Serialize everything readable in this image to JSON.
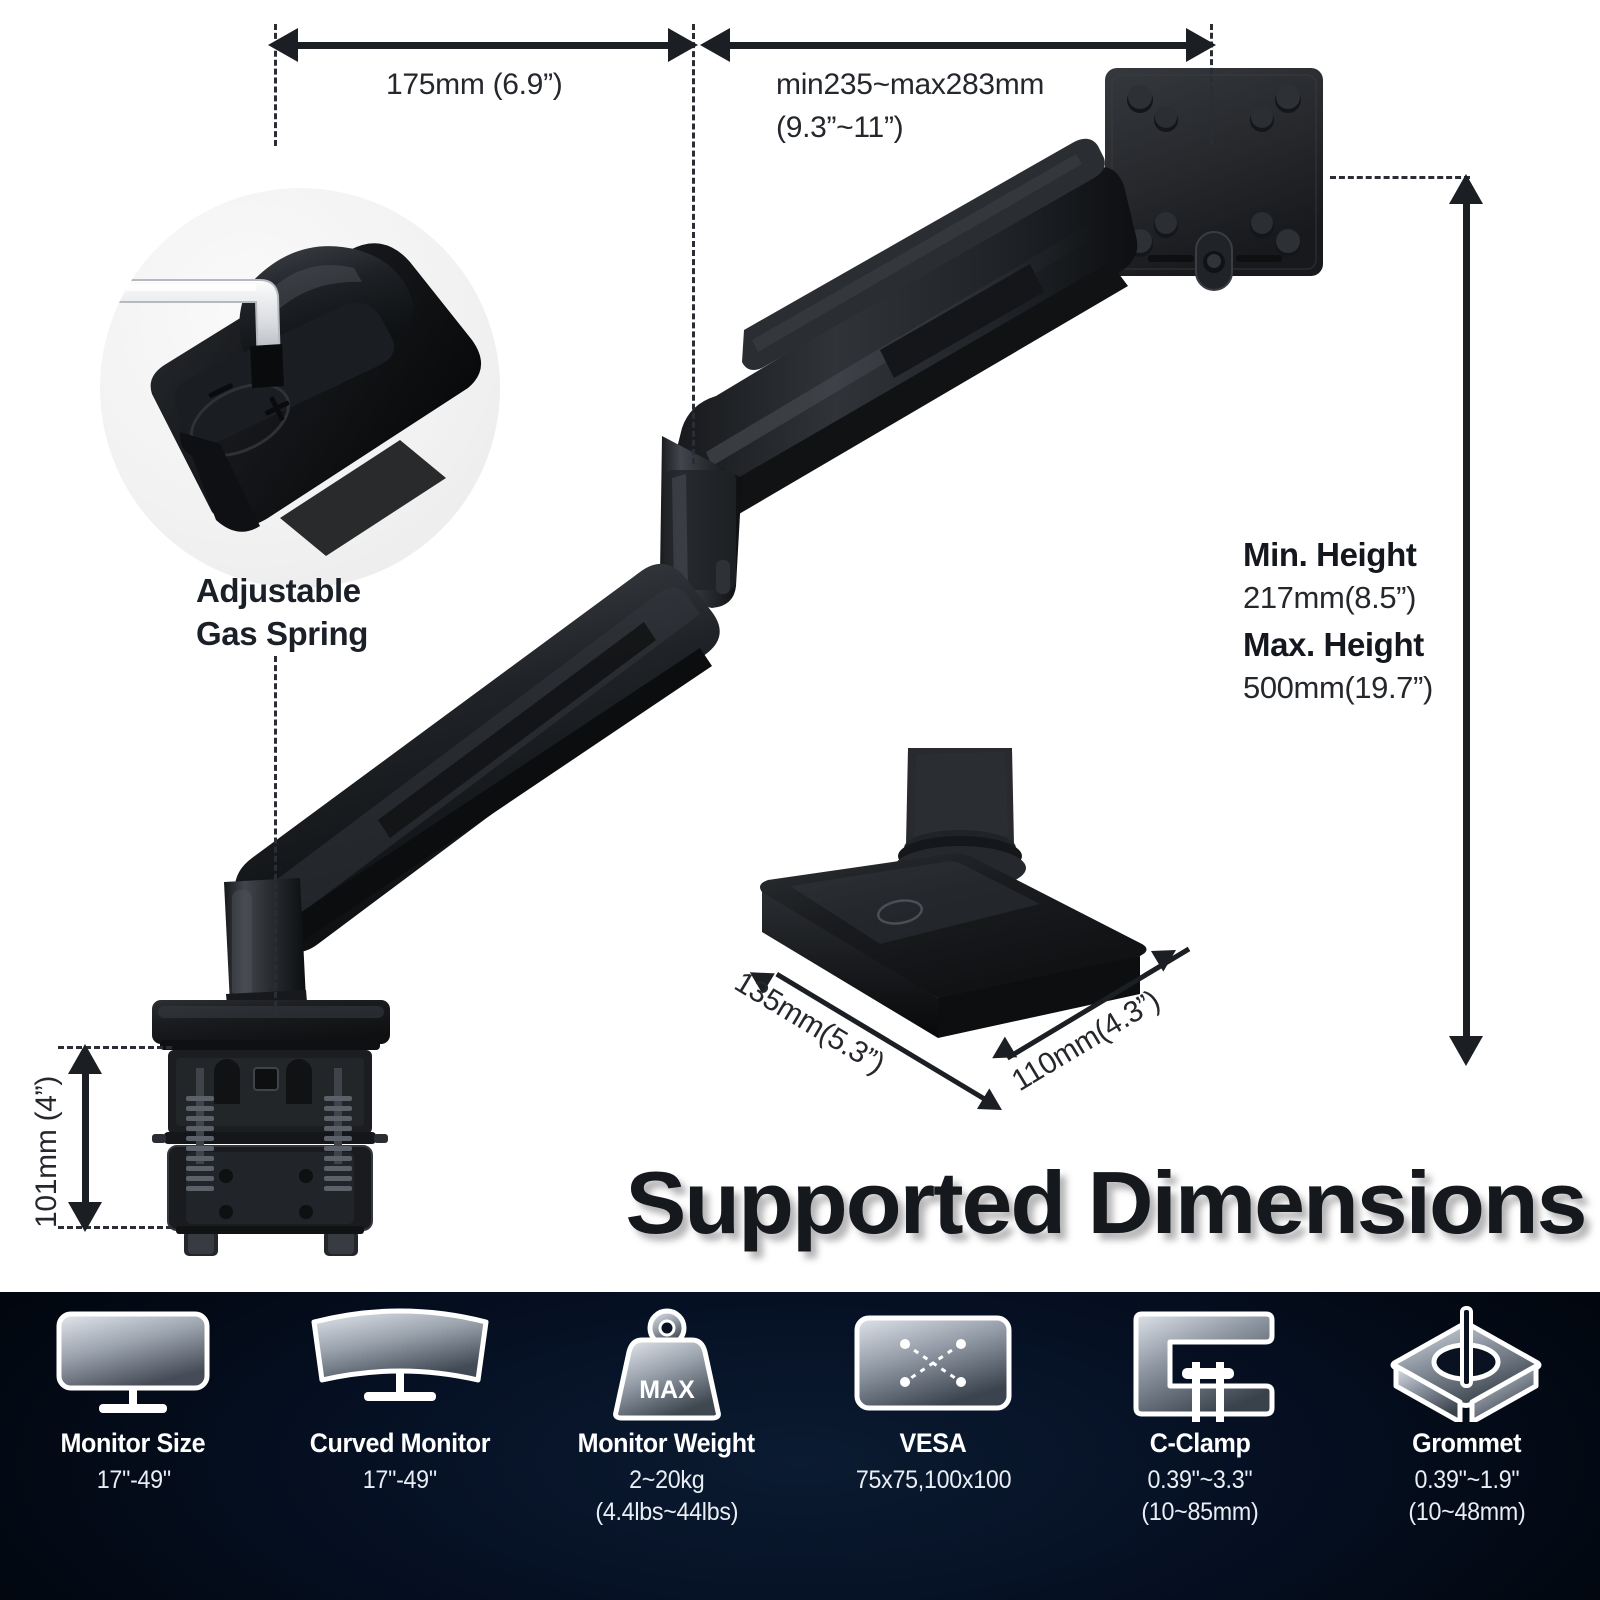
{
  "product": {
    "headline": "Supported Dimensions"
  },
  "dimensions": {
    "depth_from_pivot": "175mm (6.9”)",
    "arm_extension": "min235~max283mm\n(9.3”~11”)",
    "clamp_opening_vertical": "101mm (4”)",
    "base_depth": "135mm(5.3”)",
    "base_width": "110mm(4.3”)"
  },
  "height": {
    "min_label": "Min. Height",
    "min_value": "217mm(8.5”)",
    "max_label": "Max. Height",
    "max_value": "500mm(19.7”)"
  },
  "callout": {
    "gas_spring": "Adjustable\nGas Spring"
  },
  "features": [
    {
      "icon": "monitor-icon",
      "name": "Monitor Size",
      "value": "17\"-49\""
    },
    {
      "icon": "curved-monitor-icon",
      "name": "Curved Monitor",
      "value": "17\"-49\""
    },
    {
      "icon": "weight-icon",
      "icon_text": "MAX",
      "name": "Monitor Weight",
      "value": "2~20kg\n(4.4lbs~44lbs)"
    },
    {
      "icon": "vesa-icon",
      "name": "VESA",
      "value": "75x75,100x100"
    },
    {
      "icon": "c-clamp-icon",
      "name": "C-Clamp",
      "value": "0.39\"~3.3\"\n(10~85mm)"
    },
    {
      "icon": "grommet-icon",
      "name": "Grommet",
      "value": "0.39\"~1.9\"\n(10~48mm)"
    }
  ],
  "colors": {
    "banner_background": "#02070f",
    "banner_glow": "#0b1b31",
    "text_dark": "#1b1e23",
    "icon_light": "#ffffff",
    "product_black": "#1c1e21"
  }
}
